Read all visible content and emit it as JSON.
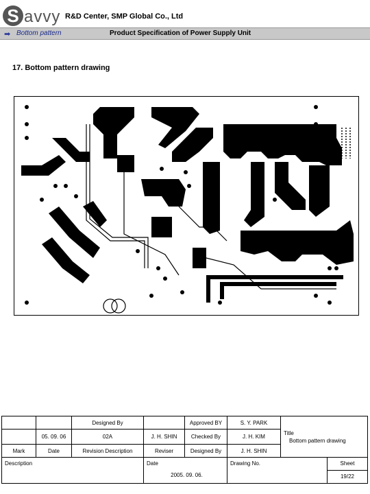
{
  "header": {
    "logo_initial": "S",
    "logo_rest": "avvy",
    "company": "R&D Center, SMP Global Co., Ltd",
    "section": "Bottom pattern",
    "doc_title": "Product Specification of Power Supply Unit"
  },
  "heading": "17. Bottom pattern drawing",
  "pcb": {
    "trace_color": "#000000",
    "board_color": "#ffffff"
  },
  "title_block": {
    "designed_by_label": "Designed By",
    "approved_by_label": "Approved BY",
    "approver": "S. Y. PARK",
    "rev_date": "05. 09. 06",
    "rev_code": "02A",
    "reviser_name": "J. H. SHIN",
    "checked_by_label": "Checked By",
    "checker": "J. H. KIM",
    "mark_label": "Mark",
    "date_label": "Date",
    "revision_description_label": "Revision Description",
    "reviser_label": "Reviser",
    "designed_by_label_2": "Designed By",
    "designer": "J. H. SHIN",
    "title_label": "Title",
    "title_value": "Bottom pattern drawing",
    "description_label": "Description",
    "date_label_2": "Date",
    "date_value": "2005. 09. 06.",
    "drawing_no_label": "Drawing No.",
    "sheet_label": "Sheet",
    "sheet_value": "19/22"
  }
}
